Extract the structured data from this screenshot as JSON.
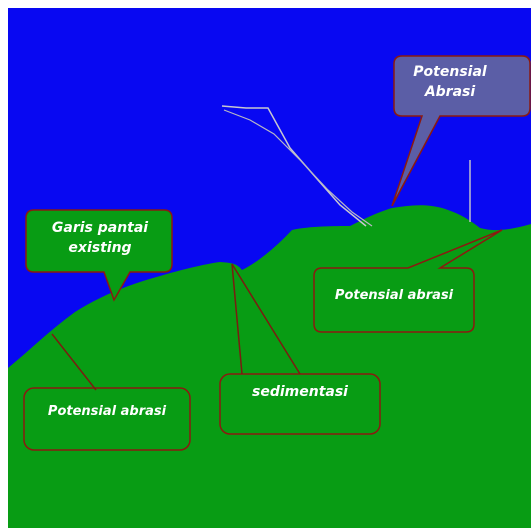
{
  "labels": {
    "potensial_abrasi_top": [
      "Potensial",
      "Abrasi"
    ],
    "garis_pantai": [
      "Garis pantai",
      "existing"
    ],
    "potensial_abrasi_right": "Potensial abrasi",
    "sedimentasi": "sedimentasi",
    "potensial_abrasi_left": "Potensial abrasi"
  },
  "colors": {
    "sea": "#0808f2",
    "land": "#089c14",
    "callout_top_fill": "#5b5ea6",
    "callout_outline": "#8b1a10",
    "leader_line": "#7a1c10",
    "label_text": "#ffffff"
  }
}
